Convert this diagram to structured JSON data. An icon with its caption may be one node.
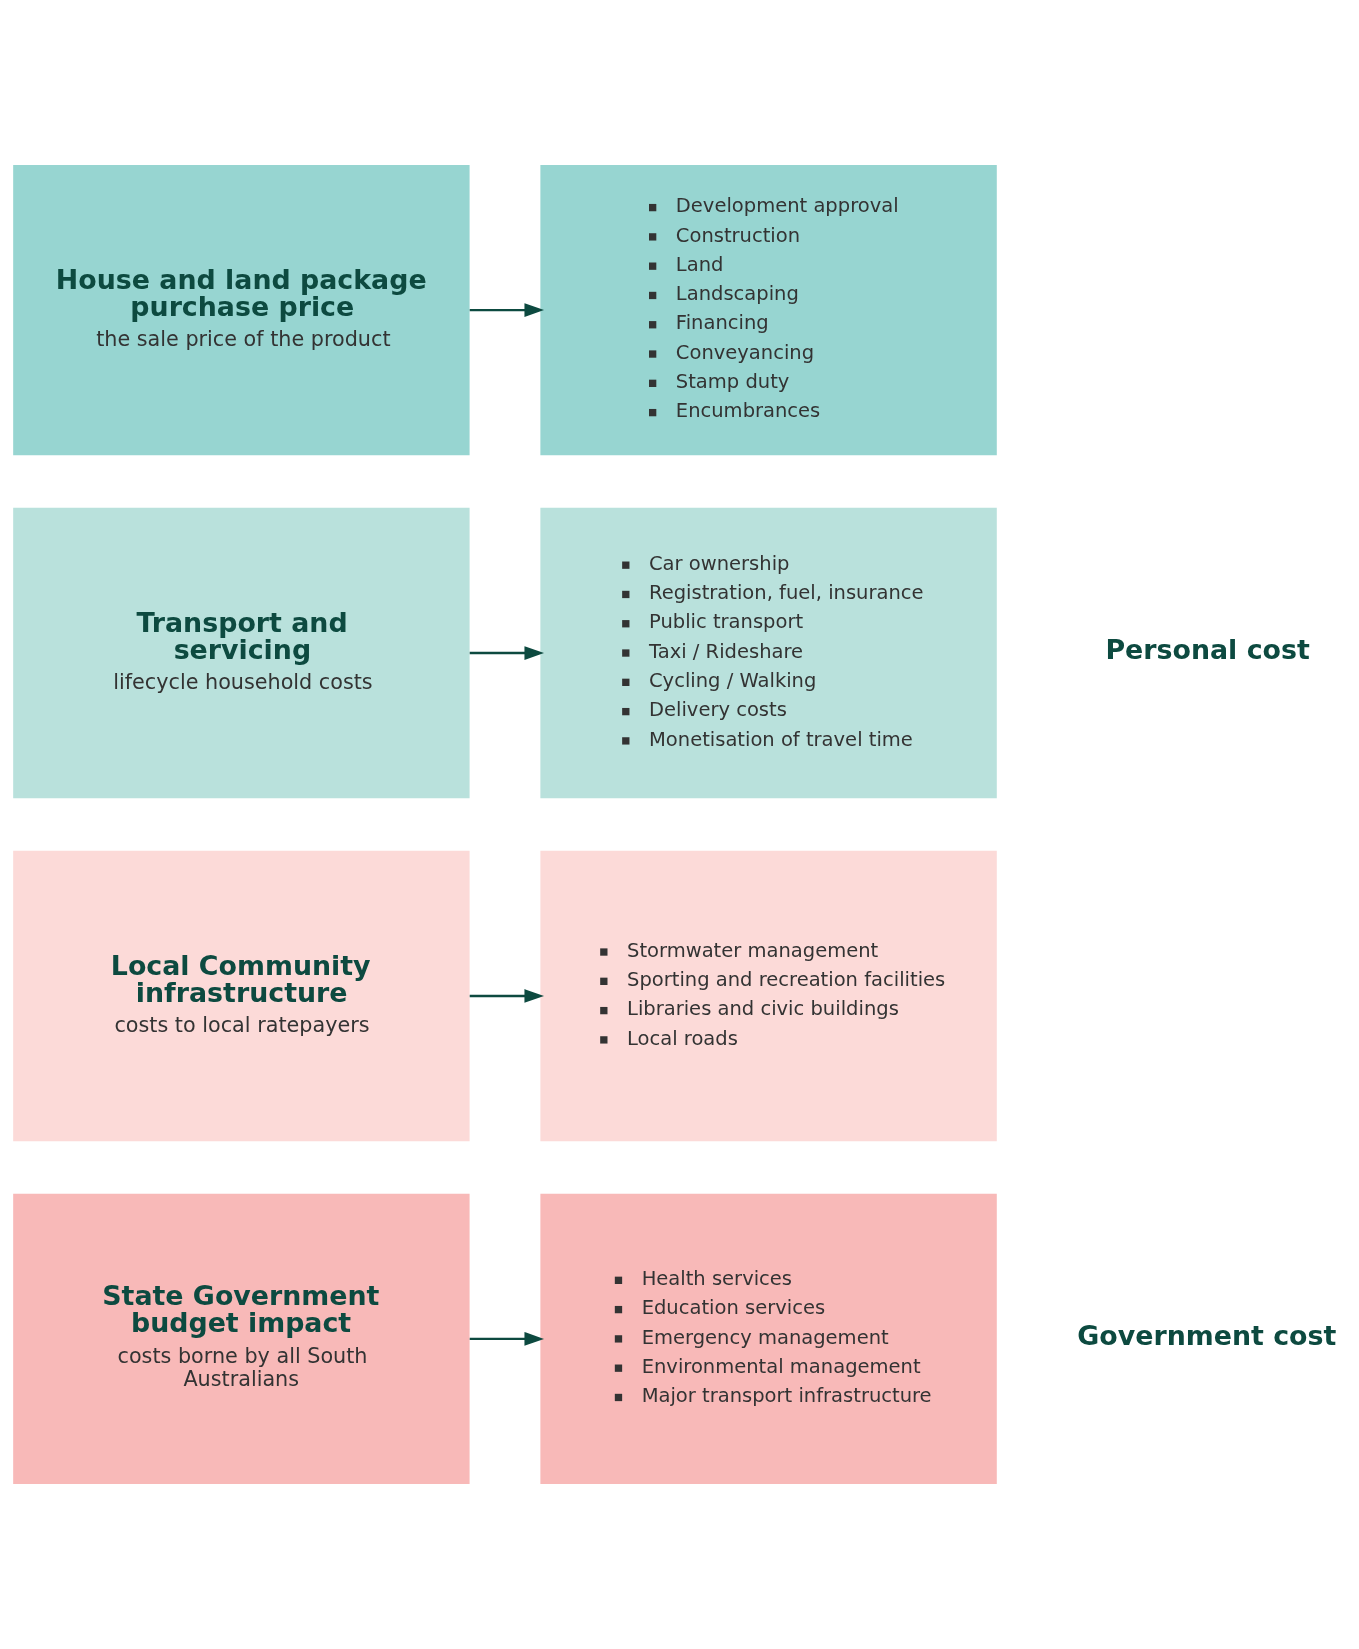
{
  "diagram": {
    "nodes": [
      {
        "text": [
          "State Government budget impact",
          "costs borne by all South Australians"
        ]
      },
      {
        "text": [
          "Health services",
          "Education services",
          "Emergency management",
          "Environmental management",
          "Major transport infrastructure"
        ]
      },
      {
        "text": [
          "Local Community infrastructure",
          "costs to local ratepayers"
        ]
      },
      {
        "text": [
          "Stormwater management",
          "Sporting and recreation facilities",
          "Libraries and civic buildings",
          "Local roads"
        ]
      },
      {
        "text": [
          "Transport and servicing",
          "lifecycle household costs"
        ]
      },
      {
        "text": [
          "Car ownership",
          "Registration, fuel, insurance",
          "Public transport",
          "Taxi / Rideshare",
          "Cycling / Walking",
          "Delivery costs",
          "Monetisation of travel time"
        ]
      },
      {
        "text": [
          "House and land package purchase price",
          "the sale price of the product"
        ]
      },
      {
        "text": [
          "Development approval",
          "Construction",
          "Land",
          "Landscaping",
          "Financing",
          "Conveyancing",
          "Stamp duty",
          "Encumbrances"
        ]
      }
    ],
    "edges": [
      {
        "from": 0,
        "to": 1,
        "arrow": "to"
      },
      {
        "from": 2,
        "to": 3,
        "arrow": "to"
      },
      {
        "from": 4,
        "to": 5,
        "arrow": "to"
      },
      {
        "from": 6,
        "to": 7,
        "arrow": "to"
      }
    ],
    "labels": [
      "Government cost",
      "Personal cost"
    ]
  }
}
